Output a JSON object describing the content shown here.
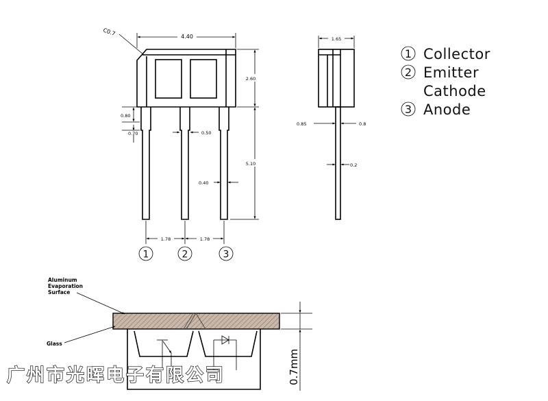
{
  "package_dims": {
    "chamfer": "C0.7",
    "body_width": "4.40",
    "body_height": "2.60",
    "lead_offset": "0.80",
    "lead_step": "0.70",
    "lead_upper_width": "0.50",
    "lead_length": "5.10",
    "lead_width": "0.40",
    "pitch_1": "1.78",
    "pitch_2": "1.78"
  },
  "side_dims": {
    "depth": "1.65",
    "left_part": "0.85",
    "right_part": "0.8",
    "lead_thickness": "0.2"
  },
  "pins": [
    "1",
    "2",
    "3"
  ],
  "legend": [
    {
      "num": "1",
      "lines": [
        "Collector"
      ]
    },
    {
      "num": "2",
      "lines": [
        "Emitter",
        "Cathode"
      ]
    },
    {
      "num": "3",
      "lines": [
        "Anode"
      ]
    }
  ],
  "cross_section": {
    "label_surface_line1": "Aluminum",
    "label_surface_line2": "Evaporation",
    "label_surface_line3": "Surface",
    "label_glass": "Glass",
    "gap_dimension": "0.7mm"
  },
  "company_name": "广州市光晖电子有限公司"
}
